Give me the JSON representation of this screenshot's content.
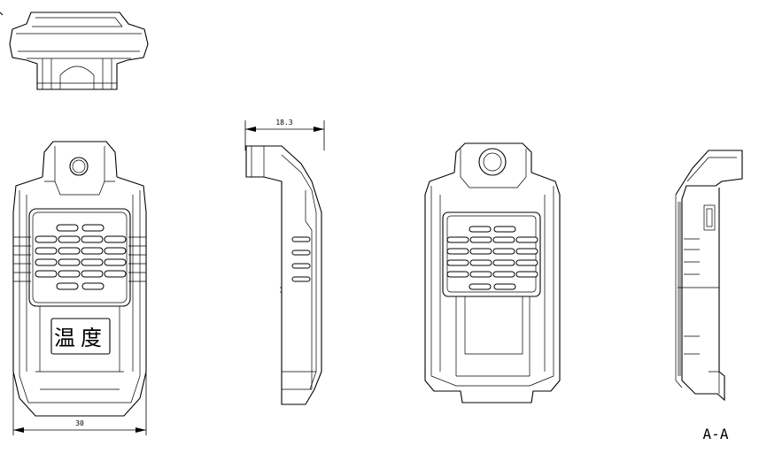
{
  "dimensions": {
    "depth_label": "18.3",
    "width_label": "30"
  },
  "label_text": {
    "chars": "温度"
  },
  "section": {
    "label": "A-A"
  },
  "colors": {
    "line": "#000000",
    "background": "#ffffff"
  }
}
